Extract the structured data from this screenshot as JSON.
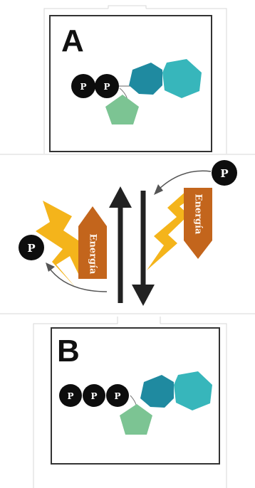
{
  "panel_a": {
    "label": "A",
    "phosphates": [
      "P",
      "P"
    ]
  },
  "panel_b": {
    "label": "B",
    "phosphates": [
      "P",
      "P",
      "P"
    ]
  },
  "reaction": {
    "energy_label_left": "Energía",
    "energy_label_right": "Energía",
    "released_phosphate": "P",
    "added_phosphate": "P"
  },
  "colors": {
    "pentagon": "#7cc493",
    "hex_dark": "#1f8aa0",
    "hex_light": "#37b6bb",
    "phosphate": "#0d0d0d",
    "energy": "#c3651c",
    "lightning": "#f4b41b"
  }
}
